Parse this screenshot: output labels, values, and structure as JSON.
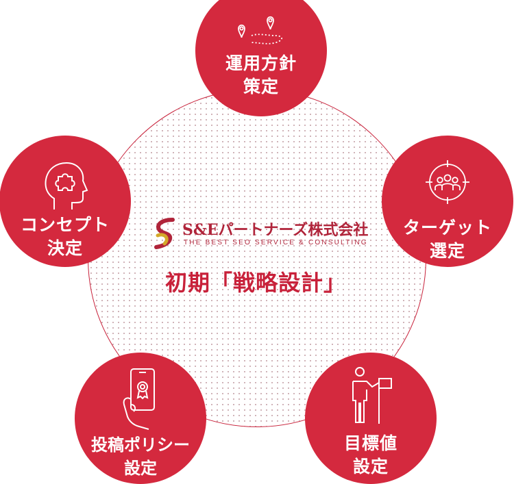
{
  "center": {
    "logo_name": "S&Eパートナーズ株式会社",
    "logo_tagline": "THE BEST SEO SERVICE & CONSULTING",
    "title": "初期「戦略設計」"
  },
  "nodes": [
    {
      "id": "policy",
      "lines": [
        "運用方針",
        "策定"
      ],
      "icon": "route-map-pin-icon"
    },
    {
      "id": "target",
      "lines": [
        "ターゲット",
        "選定"
      ],
      "icon": "target-audience-icon"
    },
    {
      "id": "kpi",
      "lines": [
        "目標値",
        "設定"
      ],
      "icon": "person-with-flag-icon"
    },
    {
      "id": "posting",
      "lines": [
        "投稿ポリシー",
        "設定"
      ],
      "icon": "phone-certificate-icon"
    },
    {
      "id": "concept",
      "lines": [
        "コンセプト",
        "決定"
      ],
      "icon": "head-puzzle-icon"
    }
  ],
  "colors": {
    "accent": "#d4293e",
    "line": "#c8213a",
    "logo_gold": "#d4a82a",
    "dots": "#c9a7ad"
  }
}
